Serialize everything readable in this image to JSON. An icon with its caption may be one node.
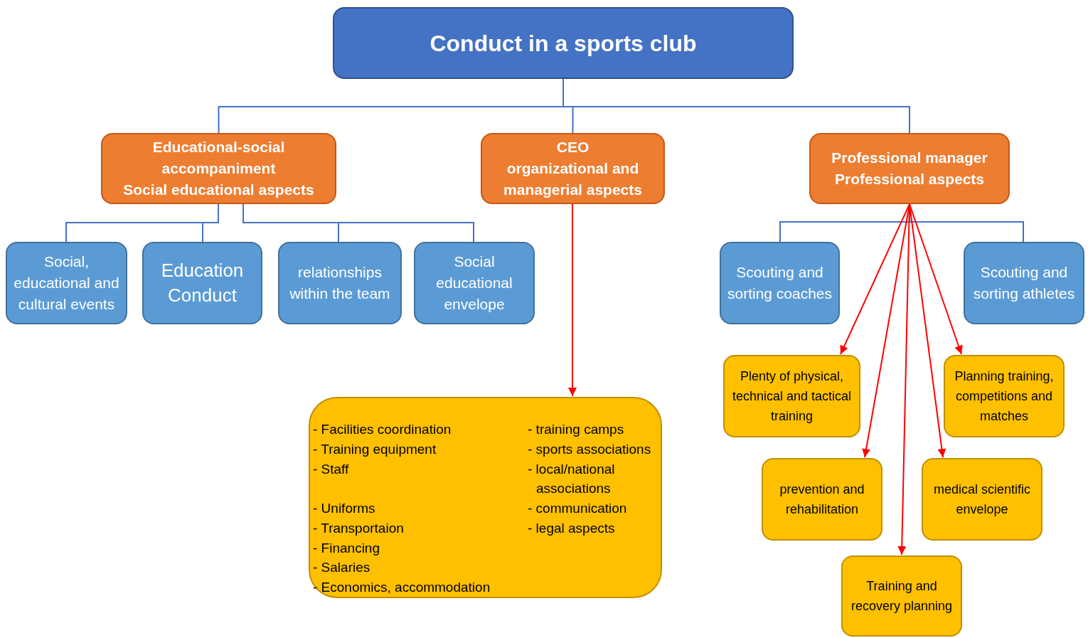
{
  "diagram": {
    "nodes": [
      {
        "text": [
          "Conduct in a sports club"
        ]
      },
      {
        "text": [
          "Educational-social accompaniment",
          "Social educational aspects"
        ]
      },
      {
        "text": [
          "CEO",
          "organizational and managerial aspects"
        ]
      },
      {
        "text": [
          "Professional manager",
          "Professional aspects"
        ]
      },
      {
        "text": [
          "Social, educational and cultural events"
        ]
      },
      {
        "text": [
          "Education Conduct"
        ]
      },
      {
        "text": [
          "relationships within the team"
        ]
      },
      {
        "text": [
          "Social educational envelope"
        ]
      },
      {
        "text": [
          "Scouting and sorting coaches"
        ]
      },
      {
        "text": [
          "Scouting and sorting athletes"
        ]
      },
      {
        "text": [
          "- Facilities coordination",
          "- Training equipment",
          "- Staff",
          "- Uniforms",
          "- Transportaion",
          "- Financing",
          "- Salaries",
          "- Economics, accommodation",
          "- training camps",
          "- sports associations",
          "- local/national associations",
          "- communication",
          "- legal aspects"
        ]
      },
      {
        "text": [
          "Plenty of physical, technical and tactical training"
        ]
      },
      {
        "text": [
          "Planning training, competitions and matches"
        ]
      },
      {
        "text": [
          "prevention and rehabilitation"
        ]
      },
      {
        "text": [
          "medical scientific envelope"
        ]
      },
      {
        "text": [
          "Training and recovery planning"
        ]
      }
    ],
    "edges": [
      {
        "from": 0,
        "to": 1,
        "arrow": "none"
      },
      {
        "from": 0,
        "to": 2,
        "arrow": "none"
      },
      {
        "from": 0,
        "to": 3,
        "arrow": "none"
      },
      {
        "from": 1,
        "to": 4,
        "arrow": "none"
      },
      {
        "from": 1,
        "to": 5,
        "arrow": "none"
      },
      {
        "from": 1,
        "to": 6,
        "arrow": "none"
      },
      {
        "from": 1,
        "to": 7,
        "arrow": "none"
      },
      {
        "from": 3,
        "to": 8,
        "arrow": "none"
      },
      {
        "from": 3,
        "to": 9,
        "arrow": "none"
      },
      {
        "from": 2,
        "to": 10,
        "arrow": "to",
        "color": "#ff0000"
      },
      {
        "from": 3,
        "to": 11,
        "arrow": "to",
        "color": "#ff0000"
      },
      {
        "from": 3,
        "to": 12,
        "arrow": "to",
        "color": "#ff0000"
      },
      {
        "from": 3,
        "to": 13,
        "arrow": "to",
        "color": "#ff0000"
      },
      {
        "from": 3,
        "to": 14,
        "arrow": "to",
        "color": "#ff0000"
      },
      {
        "from": 3,
        "to": 15,
        "arrow": "to",
        "color": "#ff0000"
      }
    ]
  }
}
